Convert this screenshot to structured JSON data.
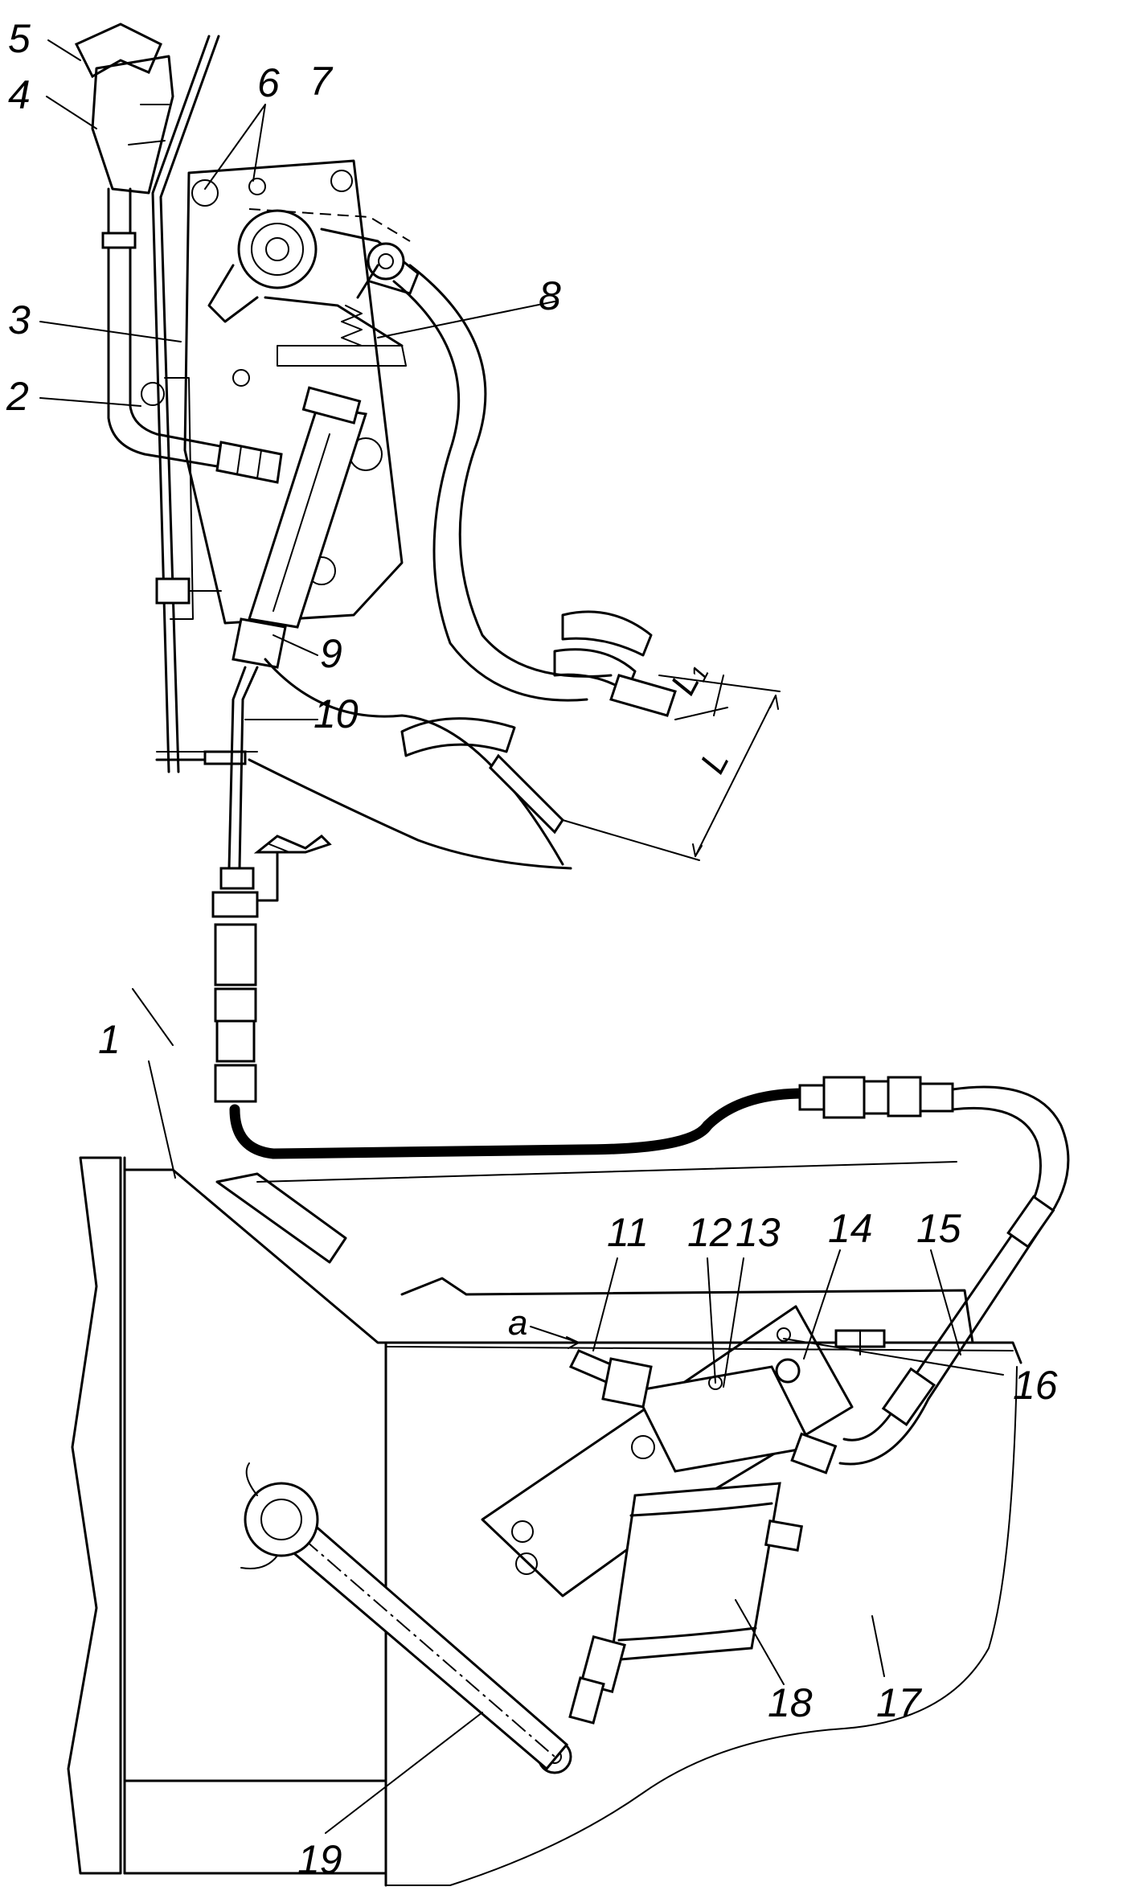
{
  "figure": {
    "callouts": [
      {
        "id": "c1",
        "text": "1"
      },
      {
        "id": "c2",
        "text": "2"
      },
      {
        "id": "c3",
        "text": "3"
      },
      {
        "id": "c4",
        "text": "4"
      },
      {
        "id": "c5",
        "text": "5"
      },
      {
        "id": "c6",
        "text": "6"
      },
      {
        "id": "c7",
        "text": "7"
      },
      {
        "id": "c8",
        "text": "8"
      },
      {
        "id": "c9",
        "text": "9"
      },
      {
        "id": "c10",
        "text": "10"
      },
      {
        "id": "c11",
        "text": "11"
      },
      {
        "id": "c12",
        "text": "12"
      },
      {
        "id": "c13",
        "text": "13"
      },
      {
        "id": "c14",
        "text": "14"
      },
      {
        "id": "c15",
        "text": "15"
      },
      {
        "id": "c16",
        "text": "16"
      },
      {
        "id": "c17",
        "text": "17"
      },
      {
        "id": "c18",
        "text": "18"
      },
      {
        "id": "c19",
        "text": "19"
      }
    ],
    "view_label_a": "a",
    "dimension_L": "L",
    "dimension_L1": "L₁"
  }
}
